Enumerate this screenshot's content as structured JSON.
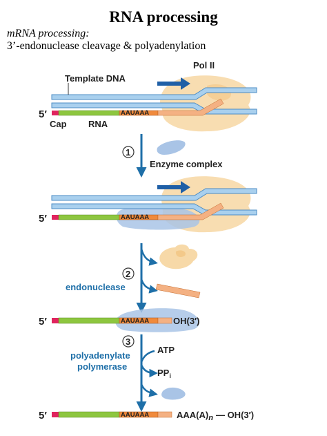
{
  "header": {
    "title": "RNA processing",
    "subtitle": "mRNA processing:",
    "line2": "3’-endonuclease cleavage & polyadenylation"
  },
  "labels": {
    "pol2": "Pol II",
    "template_dna": "Template DNA",
    "five_prime": "5′",
    "cap": "Cap",
    "rna": "RNA",
    "signal": "AAUAAA",
    "enzyme_complex": "Enzyme complex",
    "endonuclease": "endonuclease",
    "oh3": "OH(3′)",
    "polyadenylate": "polyadenylate",
    "polymerase": "polymerase",
    "atp": "ATP",
    "ppi": "PP",
    "ppi_sub": "i",
    "poly_a": "AAA(A)",
    "poly_a_n": "n",
    "oh3_final": "— OH(3′)"
  },
  "steps": [
    "1",
    "2",
    "3"
  ],
  "colors": {
    "dna": "#a9d0ee",
    "dna_stroke": "#4d8cc4",
    "rna_body": "#8dc63f",
    "cap": "#e0245e",
    "signal_box": "#f08a3c",
    "transcript_tail": "#f4b183",
    "pol2": "#f7d9a8",
    "enzyme": "#a9c4e6",
    "arrow": "#1e6fa8"
  }
}
